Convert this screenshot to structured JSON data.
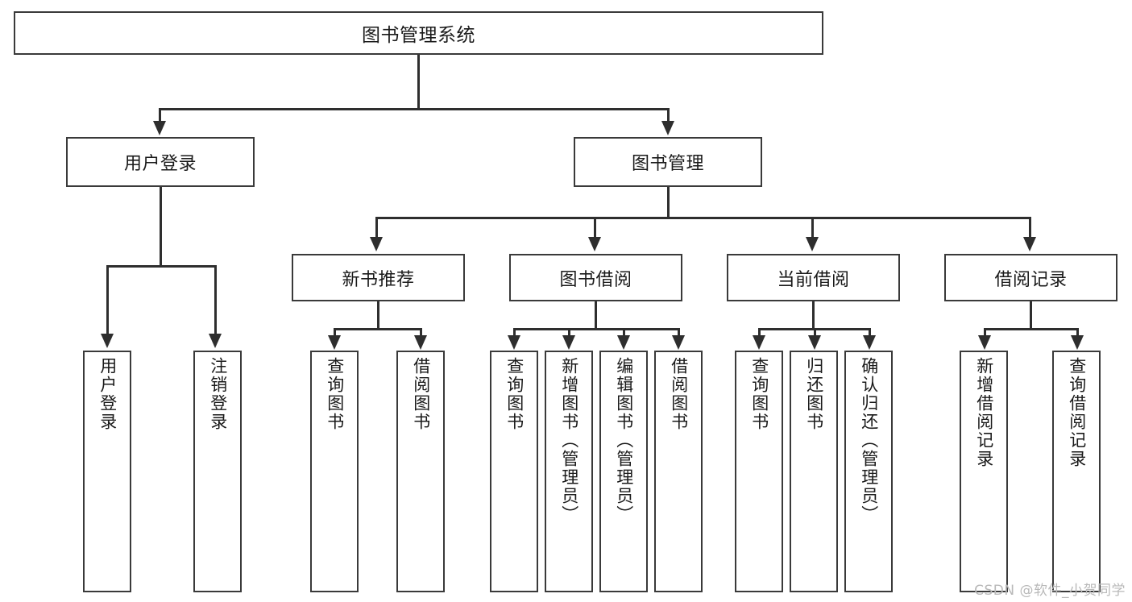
{
  "diagram": {
    "title_node": {
      "label": "图书管理系统"
    },
    "level2": [
      {
        "id": "user-login",
        "label": "用户登录"
      },
      {
        "id": "book-management",
        "label": "图书管理"
      }
    ],
    "level3": [
      {
        "id": "new-book-recommend",
        "label": "新书推荐"
      },
      {
        "id": "book-borrow",
        "label": "图书借阅"
      },
      {
        "id": "current-borrow",
        "label": "当前借阅"
      },
      {
        "id": "borrow-record",
        "label": "借阅记录"
      }
    ],
    "leaves": {
      "user_login": [
        {
          "id": "leaf-user-login",
          "label": "用户登录"
        },
        {
          "id": "leaf-logout-login",
          "label": "注销登录"
        }
      ],
      "new_book_recommend": [
        {
          "id": "leaf-query-book-1",
          "label": "查询图书"
        },
        {
          "id": "leaf-borrow-book-1",
          "label": "借阅图书"
        }
      ],
      "book_borrow": [
        {
          "id": "leaf-query-book-2",
          "label": "查询图书"
        },
        {
          "id": "leaf-add-book-admin",
          "label": "新增图书（管理员）"
        },
        {
          "id": "leaf-edit-book-admin",
          "label": "编辑图书（管理员）"
        },
        {
          "id": "leaf-borrow-book-2",
          "label": "借阅图书"
        }
      ],
      "current_borrow": [
        {
          "id": "leaf-query-book-3",
          "label": "查询图书"
        },
        {
          "id": "leaf-return-book",
          "label": "归还图书"
        },
        {
          "id": "leaf-confirm-return-admin",
          "label": "确认归还（管理员）"
        }
      ],
      "borrow_record": [
        {
          "id": "leaf-add-borrow-record",
          "label": "新增借阅记录"
        },
        {
          "id": "leaf-query-borrow-record",
          "label": "查询借阅记录"
        }
      ]
    }
  },
  "watermark": {
    "text": "CSDN @软件_小贺同学"
  },
  "colors": {
    "box_border": "#3a3a3a",
    "connector": "#2e2e2e",
    "background": "#ffffff",
    "watermark": "#b9b9b9"
  }
}
